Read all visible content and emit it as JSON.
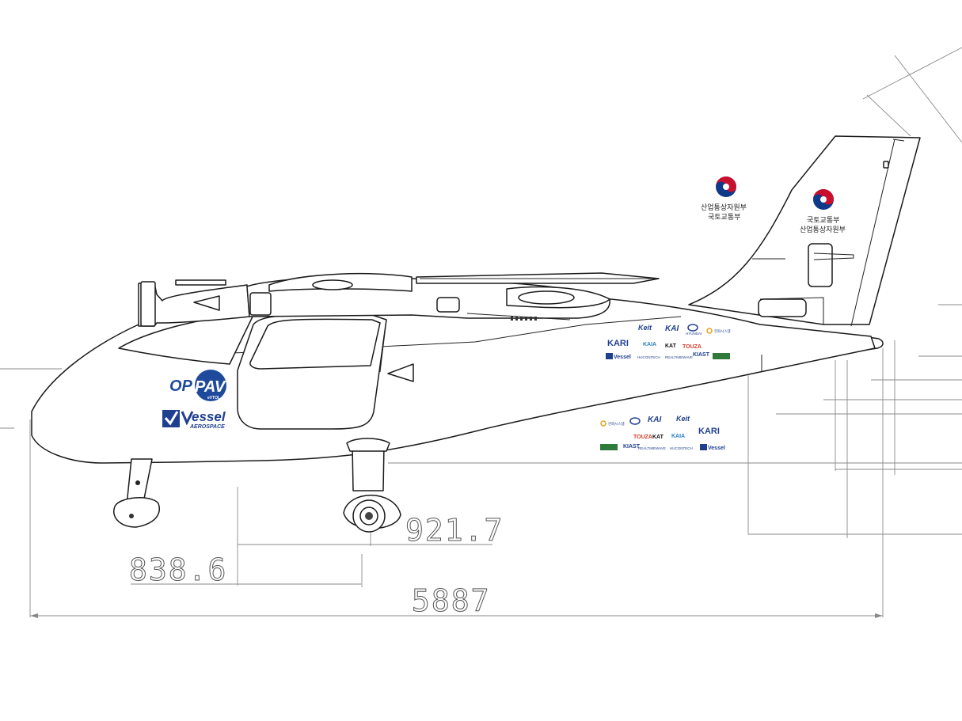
{
  "dimensions": {
    "dim_921": "921.7",
    "dim_838": "838.6",
    "dim_5887": "5887"
  },
  "branding": {
    "oppav_op": "OP",
    "oppav_pav": "PAV",
    "oppav_vtol": "eVTOL",
    "vessel_name": "essel",
    "vessel_sub": "AEROSPACE"
  },
  "emblems": {
    "left_line1": "산업통상자원부",
    "left_line2": "국토교통부",
    "right_line1": "국토교통부",
    "right_line2": "산업통상자원부"
  },
  "sponsors": {
    "keit": "Keit",
    "kai": "KAI",
    "hyundai": "HYUNDAI",
    "hanwha": "한화시스템",
    "kari": "KARI",
    "kaia": "KAIA",
    "kat": "KAT",
    "touza": "TOUZA",
    "kiast": "KIAST",
    "huconitech": "HUCONTECH",
    "realtimewave": "REALTIMEWAVE",
    "vessel_small": "Vessel"
  },
  "colors": {
    "vessel_blue": "#1f3f8f",
    "oppav_blue": "#1f4a9c",
    "emblem_red": "#c8102e",
    "emblem_blue": "#0f3a8a"
  }
}
